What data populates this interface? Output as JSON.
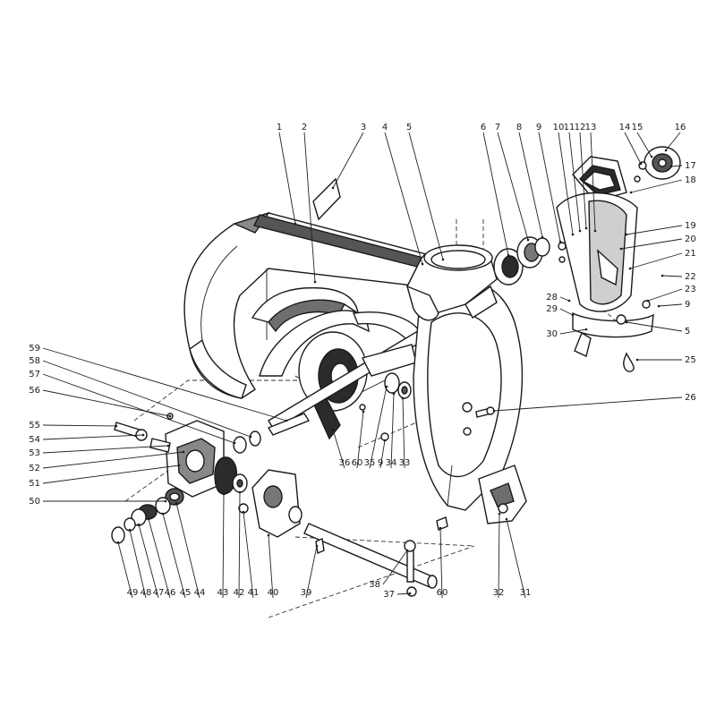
{
  "diagram": {
    "type": "exploded-parts-diagram",
    "colors": {
      "ink": "#1a1a1a",
      "shade": "#6e6e6e",
      "dark_shade": "#2b2b2b",
      "paper": "#ffffff"
    },
    "callouts": [
      "1",
      "2",
      "3",
      "4",
      "5",
      "6",
      "7",
      "8",
      "9",
      "10",
      "11",
      "12",
      "13",
      "14",
      "15",
      "16",
      "17",
      "18",
      "19",
      "20",
      "21",
      "22",
      "23",
      "9",
      "5",
      "25",
      "26",
      "28",
      "29",
      "30",
      "31",
      "32",
      "33",
      "34",
      "9",
      "35",
      "60",
      "36",
      "37",
      "38",
      "39",
      "40",
      "41",
      "42",
      "43",
      "44",
      "45",
      "46",
      "47",
      "48",
      "49",
      "50",
      "51",
      "52",
      "53",
      "54",
      "55",
      "56",
      "57",
      "58",
      "59",
      "60"
    ]
  }
}
